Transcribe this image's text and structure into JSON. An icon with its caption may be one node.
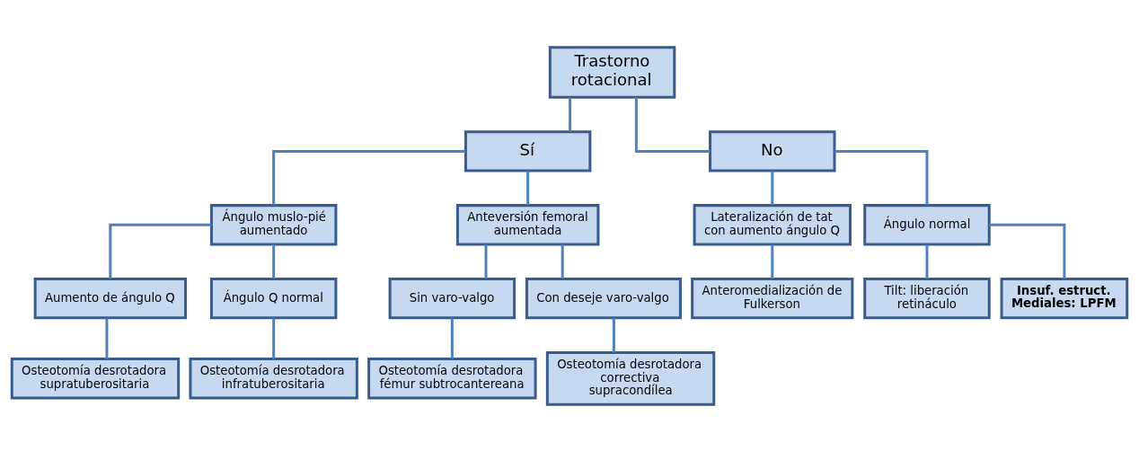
{
  "diagram": {
    "nodes": [
      {
        "text": [
          "Trastorno rotacional"
        ]
      },
      {
        "text": [
          "Sí"
        ]
      },
      {
        "text": [
          "No"
        ]
      },
      {
        "text": [
          "Ángulo muslo-pié aumentado"
        ]
      },
      {
        "text": [
          "Anteversión femoral aumentada"
        ]
      },
      {
        "text": [
          "Lateralización de tat con aumento ángulo Q"
        ]
      },
      {
        "text": [
          "Ángulo normal"
        ]
      },
      {
        "text": [
          "Aumento de ángulo Q"
        ]
      },
      {
        "text": [
          "Ángulo Q normal"
        ]
      },
      {
        "text": [
          "Sin varo-valgo"
        ]
      },
      {
        "text": [
          "Con deseje varo-valgo"
        ]
      },
      {
        "text": [
          "Anteromedialización de Fulkerson"
        ]
      },
      {
        "text": [
          "Tilt: liberación retináculo"
        ]
      },
      {
        "text": [
          "Insuf. estruct. Mediales: LPFM"
        ]
      },
      {
        "text": [
          "Osteotomía desrotadora supratuberositaria"
        ]
      },
      {
        "text": [
          "Osteotomía desrotadora infratuberositaria"
        ]
      },
      {
        "text": [
          "Osteotomía desrotadora fémur subtrocantereana"
        ]
      },
      {
        "text": [
          "Osteotomía desrotadora correctiva supracondílea"
        ]
      }
    ],
    "edges": [
      {
        "from": 0,
        "to": 1,
        "arrow": "none"
      },
      {
        "from": 0,
        "to": 2,
        "arrow": "none"
      },
      {
        "from": 1,
        "to": 3,
        "arrow": "none"
      },
      {
        "from": 1,
        "to": 4,
        "arrow": "none"
      },
      {
        "from": 2,
        "to": 5,
        "arrow": "none"
      },
      {
        "from": 2,
        "to": 6,
        "arrow": "none"
      },
      {
        "from": 3,
        "to": 7,
        "arrow": "none"
      },
      {
        "from": 3,
        "to": 8,
        "arrow": "none"
      },
      {
        "from": 4,
        "to": 9,
        "arrow": "none"
      },
      {
        "from": 4,
        "to": 10,
        "arrow": "none"
      },
      {
        "from": 5,
        "to": 11,
        "arrow": "none"
      },
      {
        "from": 6,
        "to": 12,
        "arrow": "none"
      },
      {
        "from": 6,
        "to": 13,
        "arrow": "none"
      },
      {
        "from": 7,
        "to": 14,
        "arrow": "none"
      },
      {
        "from": 8,
        "to": 15,
        "arrow": "none"
      },
      {
        "from": 9,
        "to": 16,
        "arrow": "none"
      },
      {
        "from": 10,
        "to": 17,
        "arrow": "none"
      }
    ]
  }
}
